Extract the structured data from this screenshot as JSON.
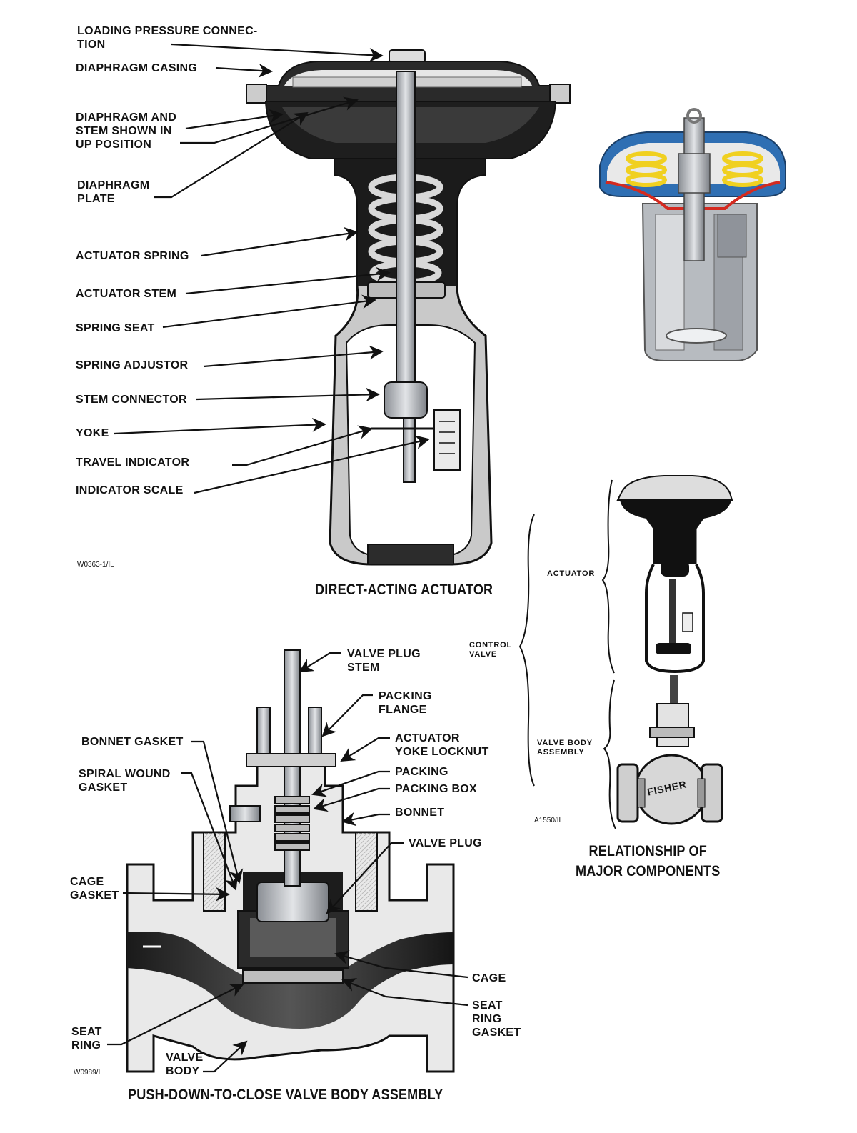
{
  "actuator_labels": {
    "loading_pressure_connection": "LOADING PRESSURE CONNEC-\nTION",
    "diaphragm_casing": "DIAPHRAGM CASING",
    "diaphragm_and_stem": "DIAPHRAGM AND\nSTEM SHOWN IN\nUP POSITION",
    "diaphragm_plate": "DIAPHRAGM\nPLATE",
    "actuator_spring": "ACTUATOR SPRING",
    "actuator_stem": "ACTUATOR STEM",
    "spring_seat": "SPRING SEAT",
    "spring_adjustor": "SPRING ADJUSTOR",
    "stem_connector": "STEM CONNECTOR",
    "yoke": "YOKE",
    "travel_indicator": "TRAVEL INDICATOR",
    "indicator_scale": "INDICATOR SCALE"
  },
  "actuator_code": "W0363-1/IL",
  "actuator_caption": "DIRECT-ACTING ACTUATOR",
  "valve_labels": {
    "valve_plug_stem": "VALVE PLUG\nSTEM",
    "packing_flange": "PACKING\nFLANGE",
    "actuator_yoke_locknut": "ACTUATOR\nYOKE LOCKNUT",
    "packing": "PACKING",
    "packing_box": "PACKING BOX",
    "bonnet": "BONNET",
    "valve_plug": "VALVE PLUG",
    "cage": "CAGE",
    "seat_ring_gasket": "SEAT\nRING\nGASKET",
    "bonnet_gasket": "BONNET GASKET",
    "spiral_wound_gasket": "SPIRAL WOUND\nGASKET",
    "cage_gasket": "CAGE\nGASKET",
    "seat_ring": "SEAT\nRING",
    "valve_body": "VALVE\nBODY"
  },
  "valve_code": "W0989/IL",
  "valve_caption": "PUSH-DOWN-TO-CLOSE VALVE BODY ASSEMBLY",
  "relationship_labels": {
    "actuator": "ACTUATOR",
    "control_valve": "CONTROL\nVALVE",
    "valve_body_assembly": "VALVE BODY\nASSEMBLY",
    "body_brand": "FISHER"
  },
  "relationship_code": "A1550/IL",
  "relationship_caption": "RELATIONSHIP OF\nMAJOR COMPONENTS",
  "colors": {
    "ink": "#111111",
    "casing_blue": "#2f6fb3",
    "spring_yellow": "#f0d020",
    "diaphragm_red": "#d42a20",
    "metal_gray": "#a9adb3"
  }
}
